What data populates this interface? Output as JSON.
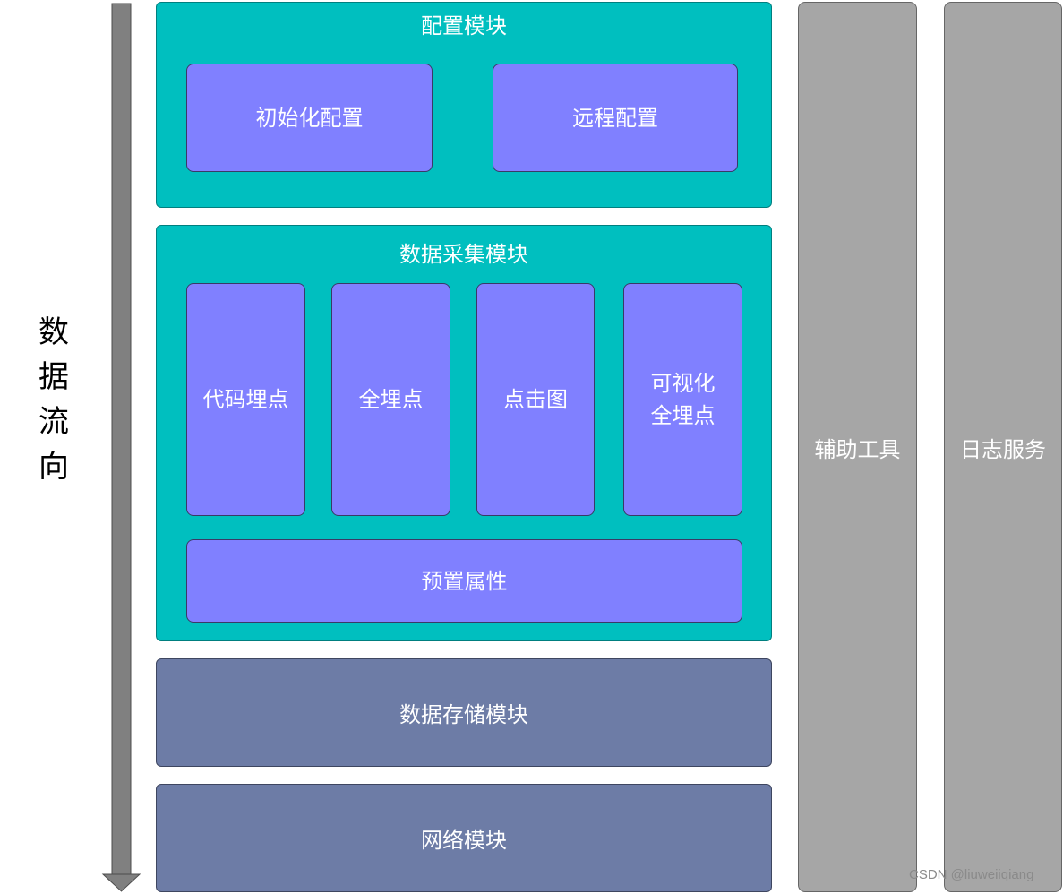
{
  "side_label": [
    "数",
    "据",
    "流",
    "向"
  ],
  "config_module": {
    "title": "配置模块",
    "items": [
      "初始化配置",
      "远程配置"
    ]
  },
  "collect_module": {
    "title": "数据采集模块",
    "items": [
      "代码埋点",
      "全埋点",
      "点击图"
    ],
    "visual_item": [
      "可视化",
      "全埋点"
    ],
    "preset": "预置属性"
  },
  "storage_module": {
    "title": "数据存储模块"
  },
  "network_module": {
    "title": "网络模块"
  },
  "aux_tools": {
    "title": "辅助工具"
  },
  "log_service": {
    "title": "日志服务"
  },
  "watermark": "CSDN @liuweiiqiang",
  "colors": {
    "teal": "#00BFBF",
    "purple": "#8080FF",
    "slate": "#6D7CA6",
    "gray": "#A6A6A6",
    "arrow": "#808080"
  }
}
